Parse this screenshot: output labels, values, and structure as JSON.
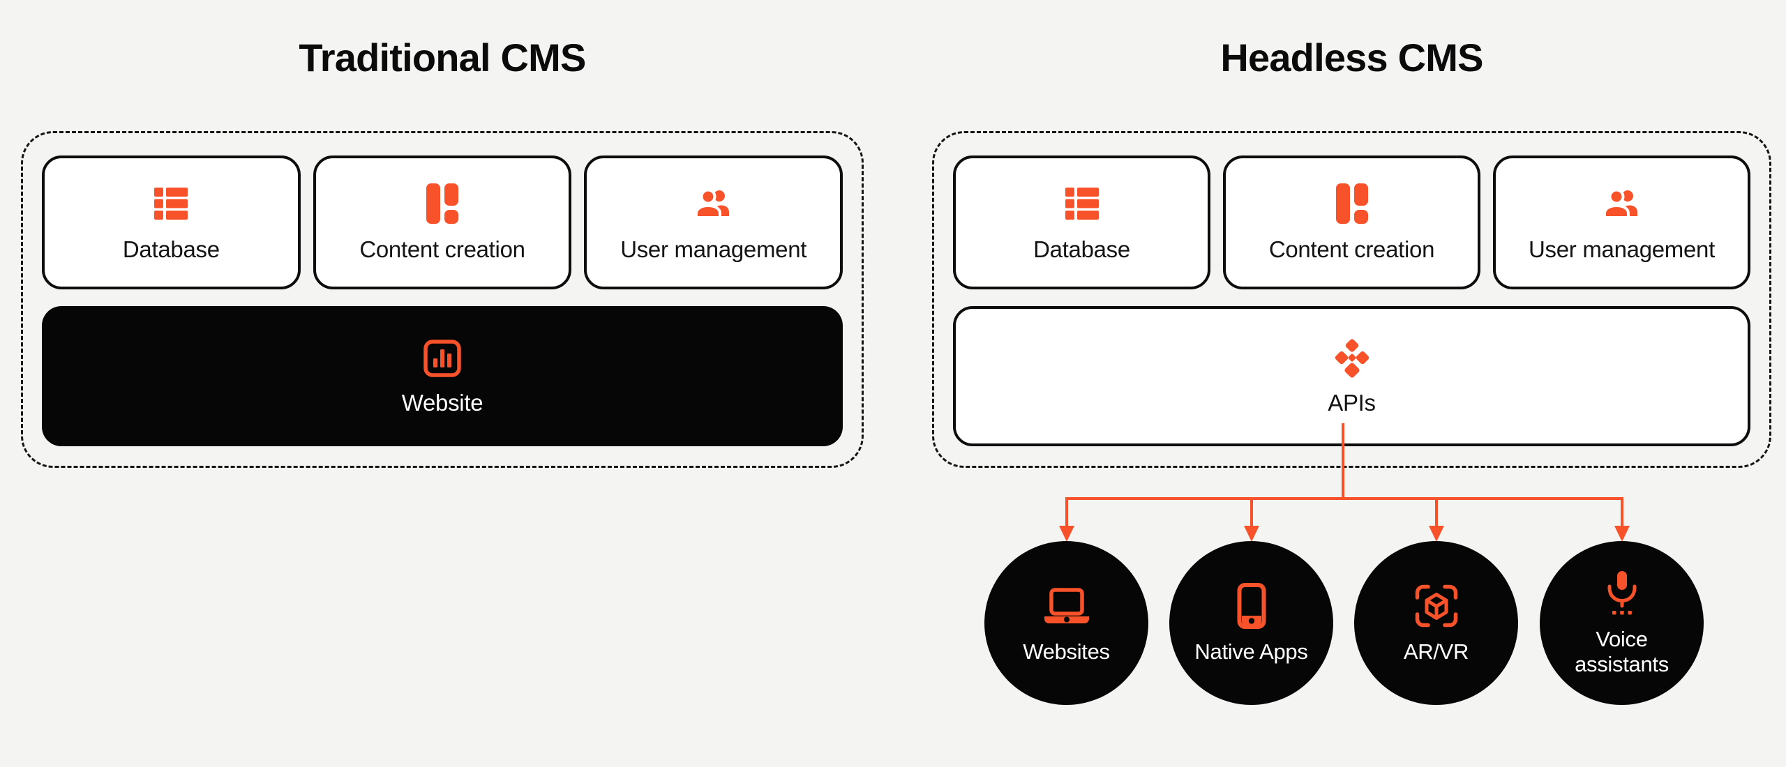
{
  "colors": {
    "background": "#f4f4f2",
    "accent": "#f8522b",
    "ink": "#0d0d0d",
    "block_black": "#060606",
    "block_white": "#ffffff"
  },
  "left_panel": {
    "title": "Traditional CMS",
    "modules": [
      {
        "label": "Database",
        "icon": "database-icon"
      },
      {
        "label": "Content creation",
        "icon": "content-creation-icon"
      },
      {
        "label": "User management",
        "icon": "user-management-icon"
      }
    ],
    "output": {
      "label": "Website",
      "icon": "website-analytics-icon"
    }
  },
  "right_panel": {
    "title": "Headless CMS",
    "modules": [
      {
        "label": "Database",
        "icon": "database-icon"
      },
      {
        "label": "Content creation",
        "icon": "content-creation-icon"
      },
      {
        "label": "User management",
        "icon": "user-management-icon"
      }
    ],
    "output": {
      "label": "APIs",
      "icon": "api-diamond-icon"
    },
    "channels": [
      {
        "label": "Websites",
        "icon": "laptop-icon"
      },
      {
        "label": "Native Apps",
        "icon": "smartphone-icon"
      },
      {
        "label": "AR/VR",
        "icon": "ar-vr-cube-icon"
      },
      {
        "label": "Voice assistants",
        "icon": "microphone-icon"
      }
    ]
  }
}
